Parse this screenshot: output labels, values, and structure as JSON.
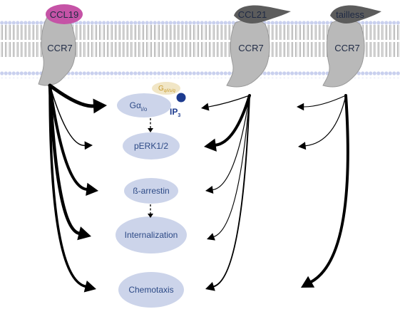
{
  "receptors": [
    {
      "ligand": "CCL19",
      "receptor": "CCR7",
      "ligand_color": "#c553a6"
    },
    {
      "ligand": "CCL21",
      "receptor": "CCR7",
      "ligand_color": "#5c5c5c"
    },
    {
      "ligand": "tailless",
      "receptor": "CCR7",
      "ligand_color": "#5c5c5c"
    }
  ],
  "g_protein": {
    "letter": "G",
    "subscript": "q/i/s/q"
  },
  "second_messenger": {
    "base": "IP",
    "subscript": "3"
  },
  "nodes": [
    {
      "id": "galpha",
      "base": "Gα",
      "subscript": "i/o"
    },
    {
      "id": "perk",
      "label": "pERK1/2"
    },
    {
      "id": "arrestin",
      "label": "ß-arrestin"
    },
    {
      "id": "internalization",
      "label": "Internalization"
    },
    {
      "id": "chemotaxis",
      "label": "Chemotaxis"
    }
  ],
  "colors": {
    "membrane_head": "#c9d0ee",
    "membrane_tail": "#a8a8a8",
    "receptor": "#b9b9b9",
    "node_fill": "#ccd4ea",
    "node_text": "#2d4a86",
    "arrow": "#000000",
    "g_protein_fill": "#f1e6c6",
    "g_protein_text": "#c79a2a",
    "ip3_dot": "#1d3b8f"
  },
  "arrow_weights": {
    "CCL19": {
      "galpha": 5,
      "perk": 1.5,
      "arrestin": 4,
      "internalization": 4.5,
      "chemotaxis": 3.5
    },
    "CCL21": {
      "galpha": 1.2,
      "perk": 4,
      "arrestin": 1.2,
      "internalization": 1.2,
      "chemotaxis": 2
    },
    "tailless": {
      "galpha": 1,
      "perk": 1.2,
      "chemotaxis": 4
    }
  }
}
